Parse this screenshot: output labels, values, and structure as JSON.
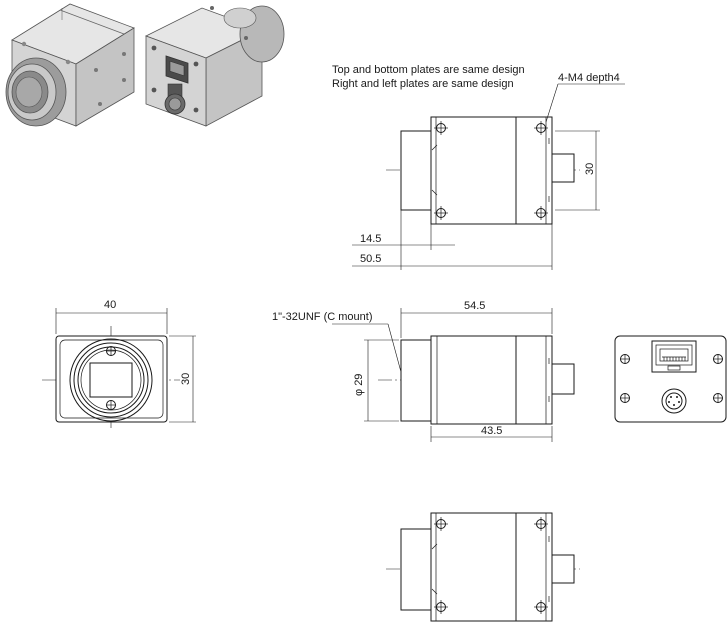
{
  "notes": {
    "line1": "Top and bottom plates are same design",
    "line2": "Right and left plates are same design"
  },
  "callouts": {
    "mount_holes": "4-M4 depth4",
    "lens_mount": "1\"-32UNF (C mount)"
  },
  "dimensions": {
    "height_side": "30",
    "lens_offset": "14.5",
    "overall_length": "50.5",
    "front_width": "40",
    "front_height": "30",
    "lens_diameter": "φ 29",
    "length_with_lens": "54.5",
    "body_length": "43.5"
  }
}
